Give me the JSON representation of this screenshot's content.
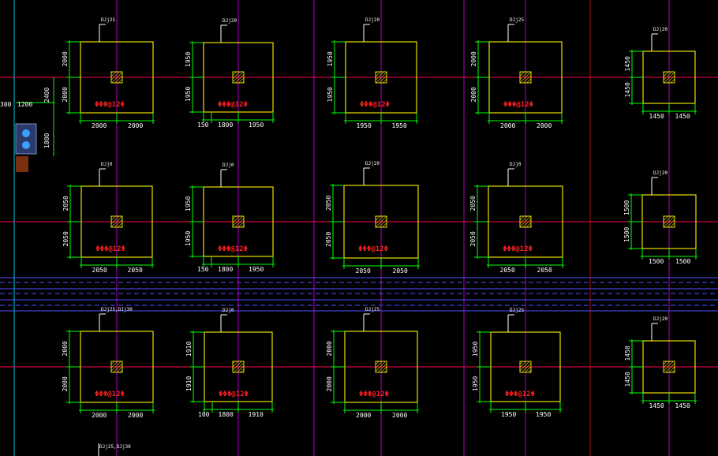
{
  "colors": {
    "background": "#000000",
    "foundation": "#e8e000",
    "dimension": "#00ff00",
    "axis_red": "#ff0050",
    "axis_magenta": "#b000c0",
    "cyan": "#00d0e0",
    "band": "#5050ff",
    "boundary": "#a01010",
    "label_red": "#ff2020"
  },
  "footings": [
    {
      "row": 0,
      "col": 0,
      "label": "DJj25",
      "horiz": [
        "2000",
        "2000"
      ],
      "vert": [
        "2000",
        "2000"
      ],
      "note": "ΦΦΦ@12Φ"
    },
    {
      "row": 0,
      "col": 1,
      "label": "DJj20",
      "horiz": [
        "150",
        "1800",
        "1950"
      ],
      "vert": [
        "1950",
        "1950"
      ],
      "note": "ΦΦΦ@12Φ"
    },
    {
      "row": 0,
      "col": 2,
      "label": "DJj20",
      "horiz": [
        "1950",
        "1950"
      ],
      "vert": [
        "1950",
        "1950"
      ],
      "note": "ΦΦΦ@12Φ"
    },
    {
      "row": 0,
      "col": 3,
      "label": "DJj25",
      "horiz": [
        "2000",
        "2000"
      ],
      "vert": [
        "2000",
        "2000"
      ],
      "note": "ΦΦΦ@12Φ"
    },
    {
      "row": 0,
      "col": 4,
      "label": "DJj20",
      "horiz": [
        "1450",
        "1450"
      ],
      "vert": [
        "1450",
        "1450"
      ],
      "note": ""
    },
    {
      "row": 1,
      "col": 0,
      "label": "DJj0",
      "horiz": [
        "2050",
        "2050"
      ],
      "vert": [
        "2050",
        "2050"
      ],
      "note": "ΦΦΦ@12Φ"
    },
    {
      "row": 1,
      "col": 1,
      "label": "DJj0",
      "horiz": [
        "150",
        "1800",
        "1950"
      ],
      "vert": [
        "1950",
        "1950"
      ],
      "note": "ΦΦΦ@12Φ"
    },
    {
      "row": 1,
      "col": 2,
      "label": "DJj20",
      "horiz": [
        "2050",
        "2050"
      ],
      "vert": [
        "2050",
        "2050"
      ],
      "note": "ΦΦΦ@12Φ"
    },
    {
      "row": 1,
      "col": 3,
      "label": "DJj0",
      "horiz": [
        "2050",
        "2050"
      ],
      "vert": [
        "2050",
        "2050"
      ],
      "note": "ΦΦΦ@12Φ"
    },
    {
      "row": 1,
      "col": 4,
      "label": "DJj20",
      "horiz": [
        "1500",
        "1500"
      ],
      "vert": [
        "1500",
        "1500"
      ],
      "note": ""
    },
    {
      "row": 2,
      "col": 0,
      "label": "DJj25,DJj30",
      "horiz": [
        "2000",
        "2000"
      ],
      "vert": [
        "2000",
        "2000"
      ],
      "note": "ΦΦΦ@12Φ"
    },
    {
      "row": 2,
      "col": 1,
      "label": "DJj0",
      "horiz": [
        "100",
        "1800",
        "1910"
      ],
      "vert": [
        "1910",
        "1910"
      ],
      "note": "ΦΦΦ@12Φ"
    },
    {
      "row": 2,
      "col": 2,
      "label": "DJj25",
      "horiz": [
        "2000",
        "2000"
      ],
      "vert": [
        "2000",
        "2000"
      ],
      "note": "ΦΦΦ@12Φ"
    },
    {
      "row": 2,
      "col": 3,
      "label": "DJj25",
      "horiz": [
        "1950",
        "1950"
      ],
      "vert": [
        "1950",
        "1950"
      ],
      "note": "ΦΦΦ@12Φ"
    },
    {
      "row": 2,
      "col": 4,
      "label": "DJj20",
      "horiz": [
        "1450",
        "1450"
      ],
      "vert": [
        "1450",
        "1450"
      ],
      "note": ""
    }
  ],
  "left_dims": {
    "a": "300",
    "b": "1200",
    "c": "2400",
    "d": "1800"
  },
  "bottom_labels": [
    "DJj25,DJj30"
  ]
}
